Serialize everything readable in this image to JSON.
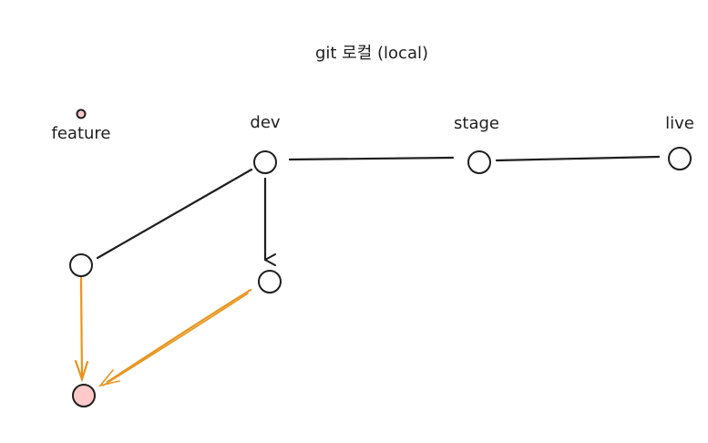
{
  "title": "git 로컬 (local)",
  "labels": {
    "feature": "feature",
    "dev": "dev",
    "stage": "stage",
    "live": "live"
  },
  "colors": {
    "stroke": "#1e1e1e",
    "merge_arrow": "#e8951f",
    "merge_node_fill": "#ffc9c9",
    "node_fill": "#ffffff"
  }
}
